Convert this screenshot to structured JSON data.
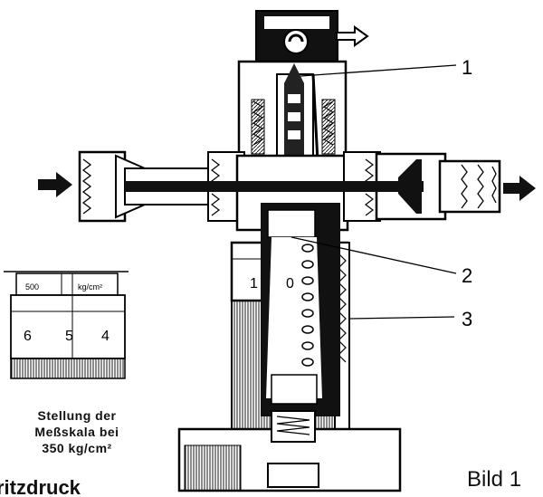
{
  "callouts": [
    "1",
    "2",
    "3"
  ],
  "scale_inset": {
    "top_value": "500",
    "unit": "kg/cm²",
    "digits": [
      "6",
      "5",
      "4"
    ]
  },
  "body_scale_digits": [
    "1",
    "0"
  ],
  "caption": {
    "line1": "Stellung der",
    "line2": "Meßskala bei",
    "line3": "350 kg/cm²"
  },
  "figure_label": "Bild 1",
  "cut_off_text": "ritzdruck"
}
